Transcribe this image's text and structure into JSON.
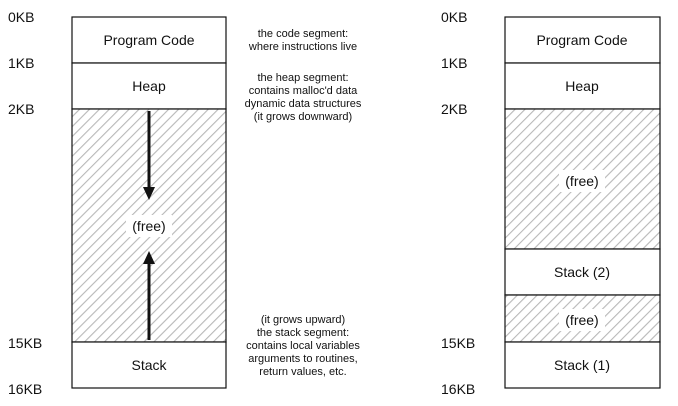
{
  "left": {
    "addresses": [
      "0KB",
      "1KB",
      "2KB",
      "15KB",
      "16KB"
    ],
    "segments": {
      "code": "Program Code",
      "heap": "Heap",
      "free": "(free)",
      "stack": "Stack"
    }
  },
  "annotations": {
    "code": [
      "the code segment:",
      "where instructions live"
    ],
    "heap": [
      "the heap segment:",
      "contains malloc'd data",
      "dynamic data structures",
      "(it grows downward)"
    ],
    "stack": [
      "(it grows upward)",
      "the stack segment:",
      "contains local variables",
      "arguments to routines,",
      "return values, etc."
    ]
  },
  "right": {
    "addresses": [
      "0KB",
      "1KB",
      "2KB",
      "15KB",
      "16KB"
    ],
    "segments": {
      "code": "Program Code",
      "heap": "Heap",
      "free1": "(free)",
      "stack2": "Stack (2)",
      "free2": "(free)",
      "stack1": "Stack (1)"
    }
  }
}
